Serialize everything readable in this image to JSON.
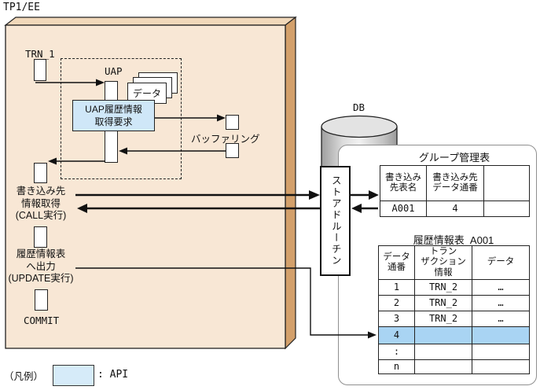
{
  "title": "TP1/EE",
  "colors": {
    "panel_front": "#f8e7d5",
    "panel_top": "#f1d8ba",
    "panel_side": "#d3a06b",
    "api_fill": "#cfe7f8",
    "highlight_fill": "#a9d4f3",
    "cylinder_gray": "#c9c9c9"
  },
  "flow": {
    "trn1": "TRN_1",
    "uap": "UAP",
    "data_doc": "データ",
    "uap_request": "UAP履歴情報\n取得要求",
    "buffering": "バッファリング",
    "call_block": "書き込み先\n情報取得\n(CALL実行)",
    "update_block": "履歴情報表\nへ出力\n(UPDATE実行)",
    "commit": "COMMIT"
  },
  "db": {
    "label": "DB"
  },
  "stored_routine": {
    "label": "ストアドルーチン"
  },
  "group_table": {
    "title": "グループ管理表",
    "headers": [
      "書き込み\n先表名",
      "書き込み先\nデータ通番",
      ""
    ],
    "row": [
      "A001",
      "4",
      ""
    ]
  },
  "history_table": {
    "title": "履歴情報表  A001",
    "headers": [
      "データ\n通番",
      "トラン\nザクション\n情報",
      "データ"
    ],
    "rows": [
      [
        "1",
        "TRN_2",
        "…"
      ],
      [
        "2",
        "TRN_2",
        "…"
      ],
      [
        "3",
        "TRN_2",
        "…"
      ],
      [
        "4",
        "",
        ""
      ],
      [
        ":",
        "",
        ""
      ],
      [
        "n",
        "",
        ""
      ]
    ]
  },
  "legend": {
    "caption": "（凡例）",
    "api": ": API"
  }
}
